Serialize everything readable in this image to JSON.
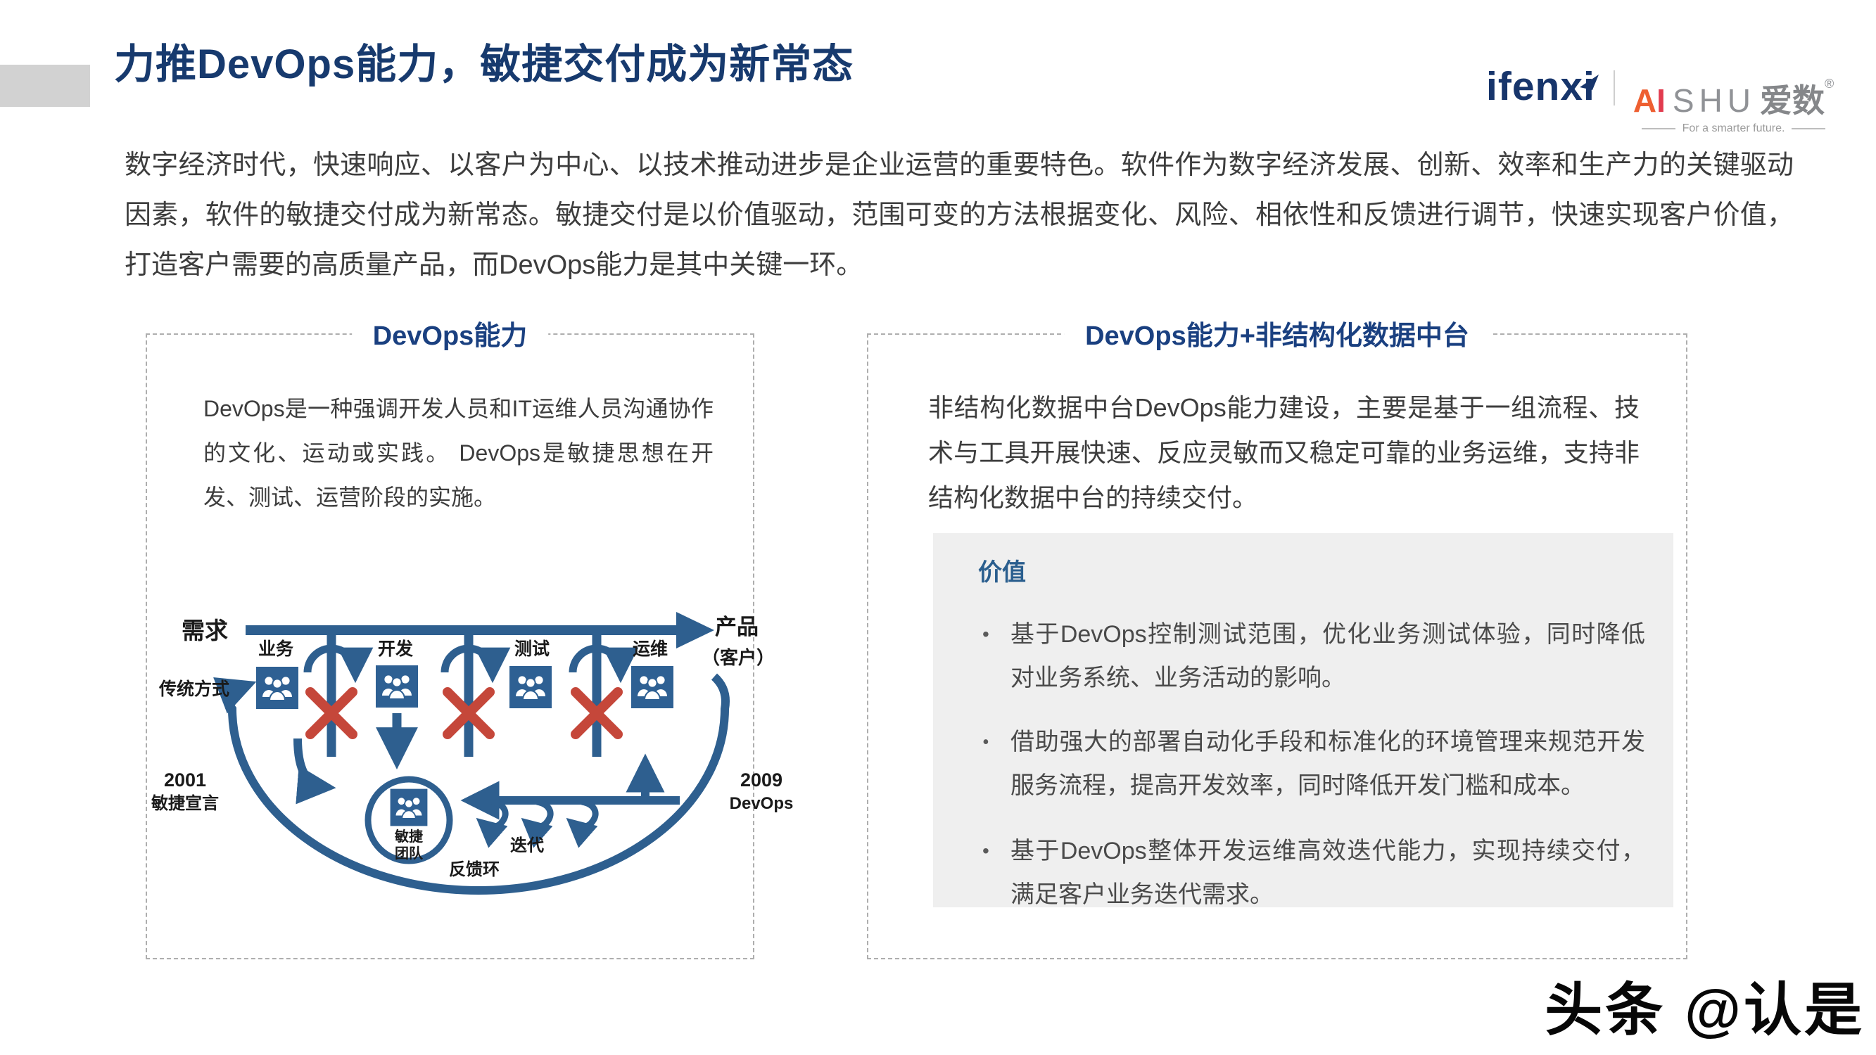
{
  "header": {
    "title": "力推DevOps能力，敏捷交付成为新常态",
    "logo_ifenxi": "ifenxi",
    "logo_ai_a": "A",
    "logo_ai_i": "I",
    "logo_shu": "SHU",
    "logo_aishu_cn": "爱数",
    "logo_reg": "®",
    "logo_tagline": "For a smarter future."
  },
  "intro": "数字经济时代，快速响应、以客户为中心、以技术推动进步是企业运营的重要特色。软件作为数字经济发展、创新、效率和生产力的关键驱动因素，软件的敏捷交付成为新常态。敏捷交付是以价值驱动，范围可变的方法根据变化、风险、相依性和反馈进行调节，快速实现客户价值，打造客户需要的高质量产品，而DevOps能力是其中关键一环。",
  "left_panel": {
    "title": "DevOps能力",
    "body": "DevOps是一种强调开发人员和IT运维人员沟通协作的文化、运动或实践。 DevOps是敏捷思想在开发、测试、运营阶段的实施。",
    "diagram": {
      "demand": "需求",
      "product": "产品",
      "customer": "（客户）",
      "traditional": "传统方式",
      "stages": [
        "业务",
        "开发",
        "测试",
        "运维"
      ],
      "agile_team_line1": "敏捷",
      "agile_team_line2": "团队",
      "iteration": "迭代",
      "feedback_loop": "反馈环",
      "year_left_1": "2001",
      "year_left_2": "敏捷宣言",
      "year_right_1": "2009",
      "year_right_2": "DevOps"
    }
  },
  "right_panel": {
    "title": "DevOps能力+非结构化数据中台",
    "body": "非结构化数据中台DevOps能力建设，主要是基于一组流程、技术与工具开展快速、反应灵敏而又稳定可靠的业务运维，支持非结构化数据中台的持续交付。",
    "value_box": {
      "title": "价值",
      "bullets": [
        "基于DevOps控制测试范围，优化业务测试体验，同时降低对业务系统、业务活动的影响。",
        "借助强大的部署自动化手段和标准化的环境管理来规范开发服务流程，提高开发效率，同时降低开发门槛和成本。",
        "基于DevOps整体开发运维高效迭代能力，实现持续交付，满足客户业务迭代需求。"
      ]
    }
  },
  "watermark": "头条 @认是",
  "colors": {
    "title_blue": "#173a6e",
    "panel_title_blue": "#1a4080",
    "diagram_blue": "#2e5f8f",
    "x_red": "#c5473a",
    "value_box_bg": "#efefef",
    "accent_gray": "#d2d2d2",
    "logo_red": "#e23b4e",
    "logo_orange": "#ee5f31",
    "logo_gray": "#909296"
  }
}
